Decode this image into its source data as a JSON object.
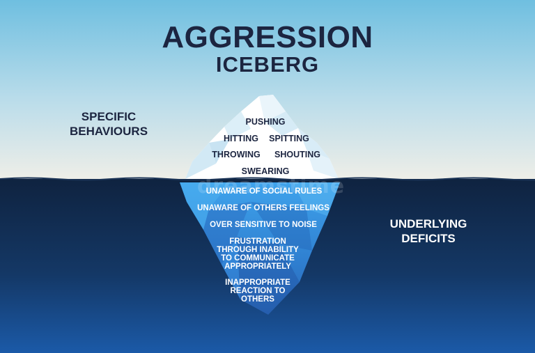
{
  "title": "AGGRESSION",
  "subtitle": "ICEBERG",
  "behaviours_label": "SPECIFIC BEHAVIOURS",
  "deficits_label": "UNDERLYING DEFICITS",
  "behaviours": [
    "PUSHING",
    "HITTING",
    "SPITTING",
    "THROWING",
    "SHOUTING",
    "SWEARING"
  ],
  "deficits": [
    "UNAWARE OF SOCIAL RULES",
    "UNAWARE OF OTHERS FEELINGS",
    "OVER SENSITIVE TO NOISE",
    "FRUSTRATION THROUGH INABILITY TO COMMUNICATE APPROPRIATELY",
    "INAPPROPRIATE REACTION TO OTHERS"
  ],
  "watermark": "dreamstime",
  "colors": {
    "sky_top": "#6fbfe0",
    "sky_bottom": "#eeeee8",
    "sea_top": "#0f2340",
    "sea_bottom": "#1b5aa8",
    "text_dark": "#1c2540",
    "ice_above": "#ffffff",
    "ice_below": "#2f8fe0"
  }
}
